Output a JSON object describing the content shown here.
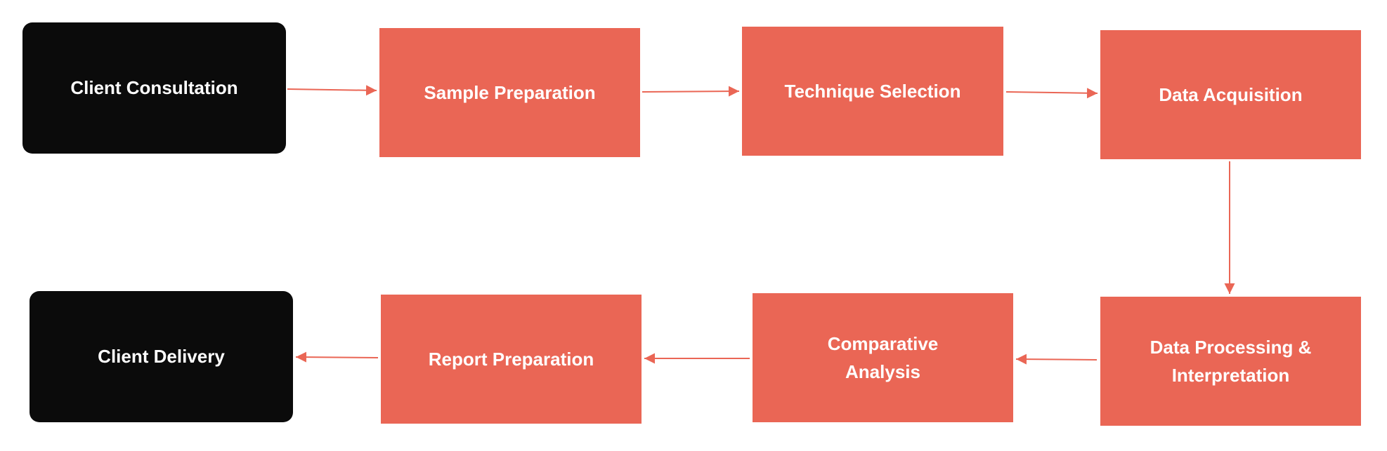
{
  "colors": {
    "terminal": "#0b0b0b",
    "step": "#ea6655",
    "arrow": "#ea6655",
    "text": "#ffffff"
  },
  "flow": {
    "start": "Client Consultation",
    "steps": [
      "Sample Preparation",
      "Technique Selection",
      "Data Acquisition",
      "Data Processing & Interpretation",
      "Comparative Analysis",
      "Report Preparation"
    ],
    "end": "Client Delivery"
  }
}
